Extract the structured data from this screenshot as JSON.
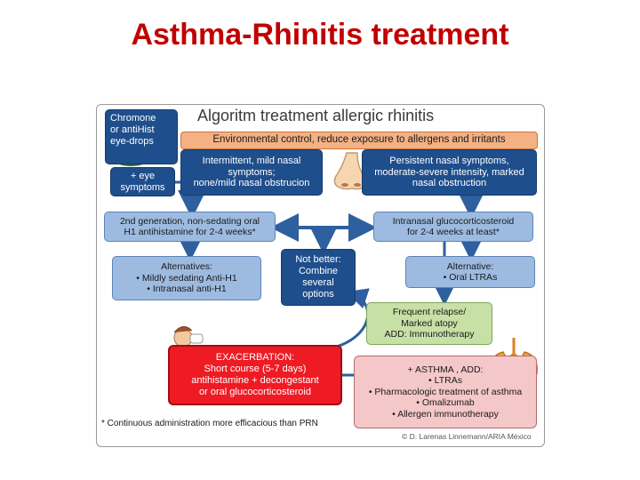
{
  "slide_title": "Asthma-Rhinitis treatment",
  "diagram": {
    "title": "Algoritm treatment allergic rhinitis",
    "eye_box": [
      "Chromone",
      "or antiHist",
      "eye-drops"
    ],
    "eye_symptoms": [
      "+ eye",
      "symptoms"
    ],
    "environment": "Environmental control, reduce exposure to allergens and irritants",
    "intermittent": [
      "Intermittent, mild nasal",
      "symptoms;",
      "none/mild nasal obstrucion"
    ],
    "persistent": [
      "Persistent nasal symptoms,",
      "moderate-severe intensity, marked",
      "nasal obstruction"
    ],
    "antihistamine": [
      "2nd generation, non-sedating oral",
      "H1 antihistamine for 2-4 weeks*"
    ],
    "glucocorticosteroid": [
      "Intranasal glucocorticosteroid",
      "for 2-4 weeks at least*"
    ],
    "not_better": [
      "Not better:",
      "Combine",
      "several",
      "options"
    ],
    "alternatives_left": [
      "Alternatives:",
      "• Mildly sedating Anti-H1",
      "• Intranasal anti-H1"
    ],
    "alternative_right": [
      "Alternative:",
      "• Oral LTRAs"
    ],
    "relapse": [
      "Frequent relapse/",
      "Marked atopy",
      "ADD: Immunotherapy"
    ],
    "exacerbation": [
      "EXACERBATION:",
      "Short course (5-7 days)",
      "antihistamine + decongestant",
      "or oral glucocorticosteroid"
    ],
    "asthma": [
      "+ ASTHMA , ADD:",
      "• LTRAs",
      "• Pharmacologic treatment of asthma",
      "• Omalizumab",
      "• Allergen immunotherapy"
    ],
    "footnote": "* Continuous administration more efficacious than PRN",
    "credit": "© D. Larenas Linnemann/ARIA México"
  },
  "colors": {
    "title_red": "#c00000",
    "dark_blue": "#1f4e8c",
    "light_blue": "#9dbbe1",
    "orange": "#f4b183",
    "green": "#c6e0a6",
    "red": "#ee1b24",
    "pink": "#f4c7c8"
  }
}
